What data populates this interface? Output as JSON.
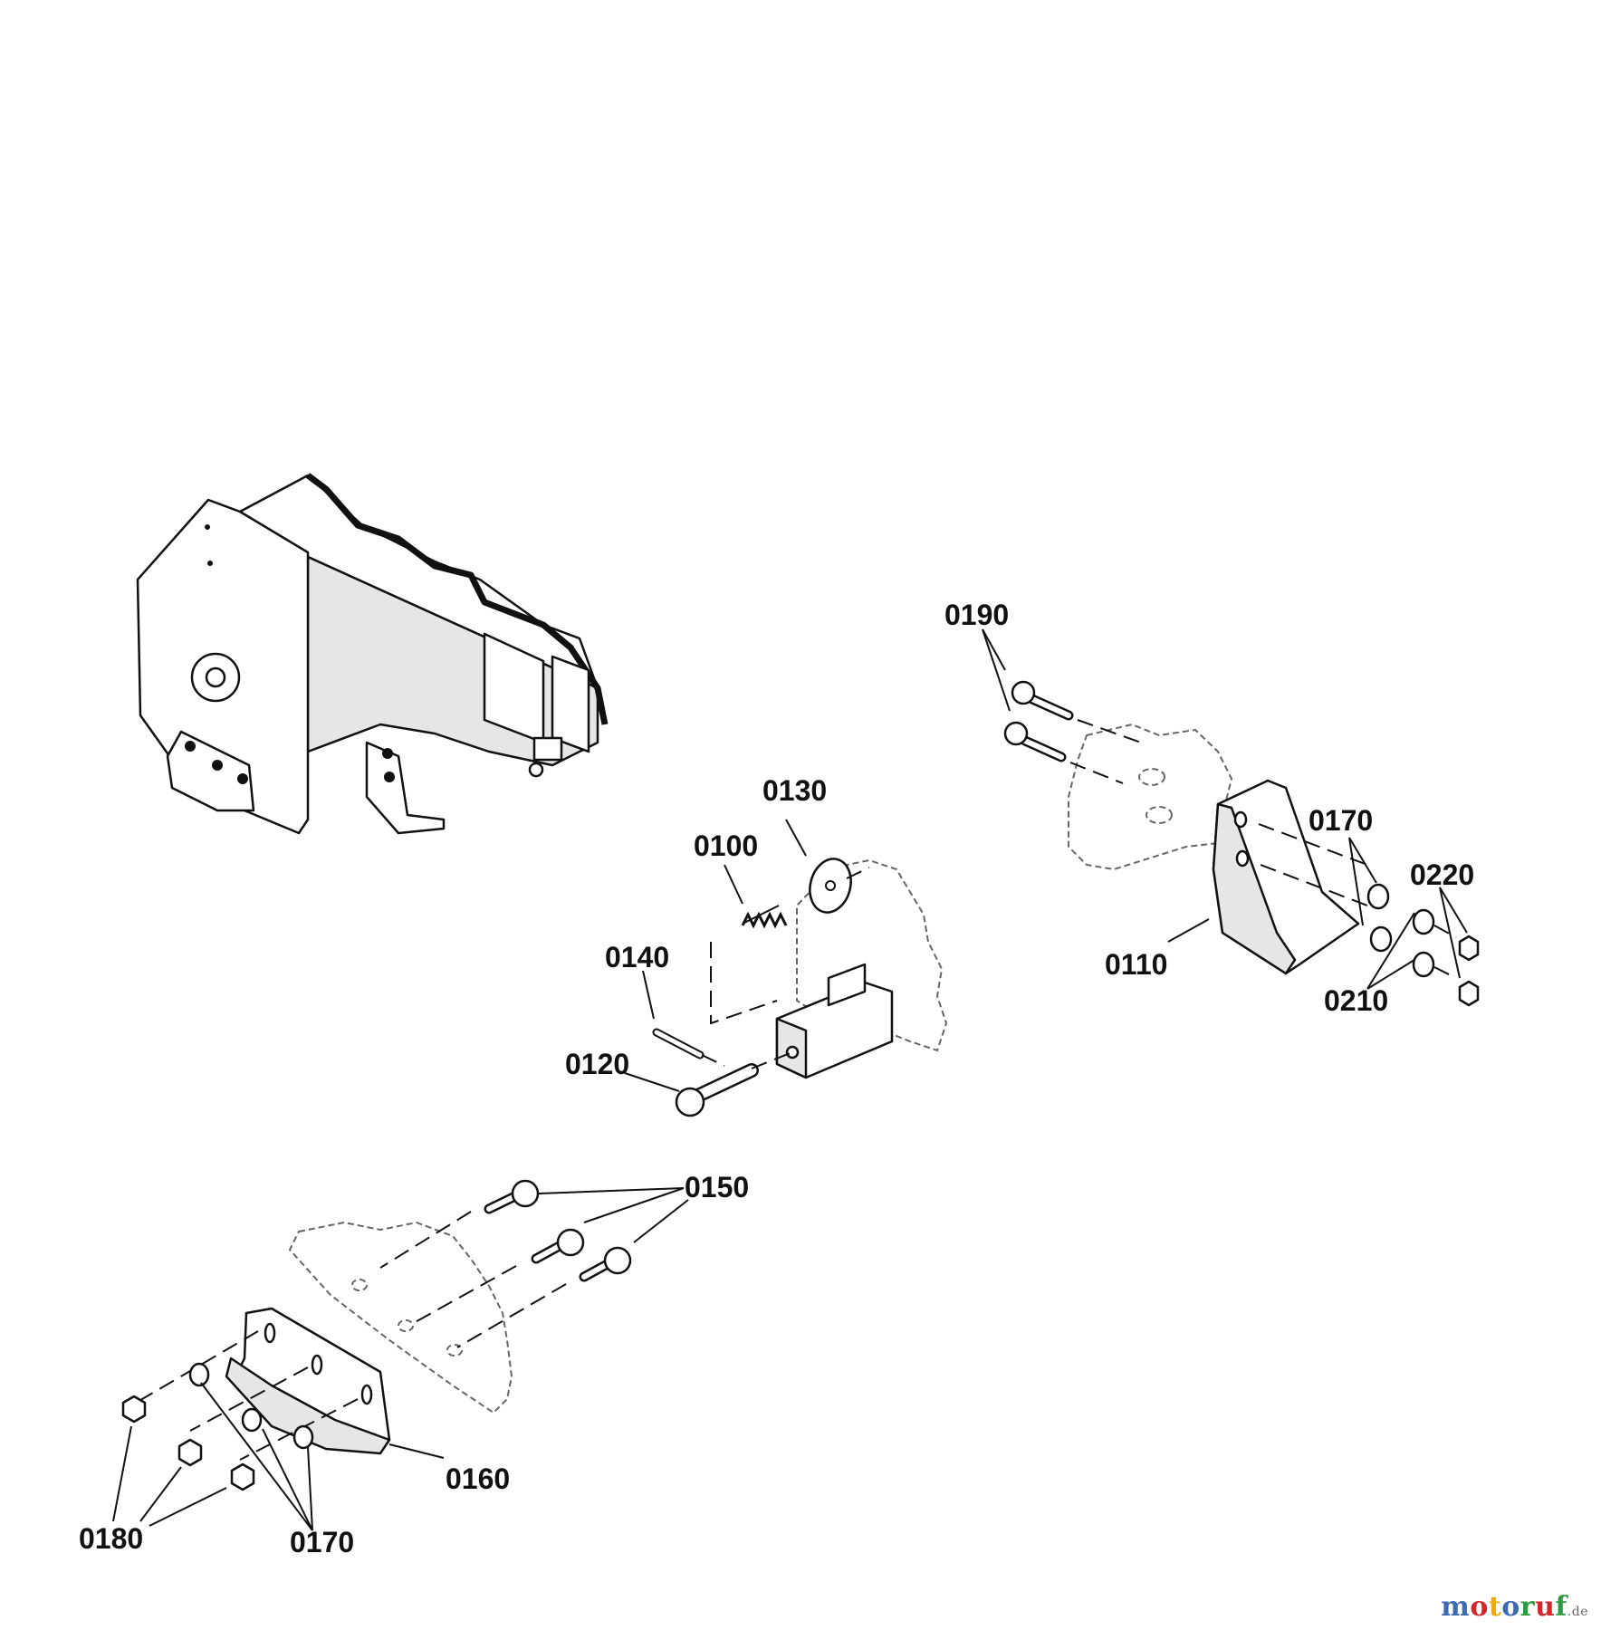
{
  "callouts": {
    "c0100": "0100",
    "c0110": "0110",
    "c0120": "0120",
    "c0130": "0130",
    "c0140": "0140",
    "c0150": "0150",
    "c0160": "0160",
    "c0170_right": "0170",
    "c0170_left": "0170",
    "c0180": "0180",
    "c0190": "0190",
    "c0210": "0210",
    "c0220": "0220"
  },
  "watermark": {
    "letters": [
      "m",
      "o",
      "t",
      "o",
      "r",
      "u",
      "f"
    ],
    "colors": [
      "#3d6bb3",
      "#d2262a",
      "#f2a900",
      "#3d6bb3",
      "#2e9a42",
      "#d2262a",
      "#2e9a42"
    ],
    "tld": ".de"
  }
}
